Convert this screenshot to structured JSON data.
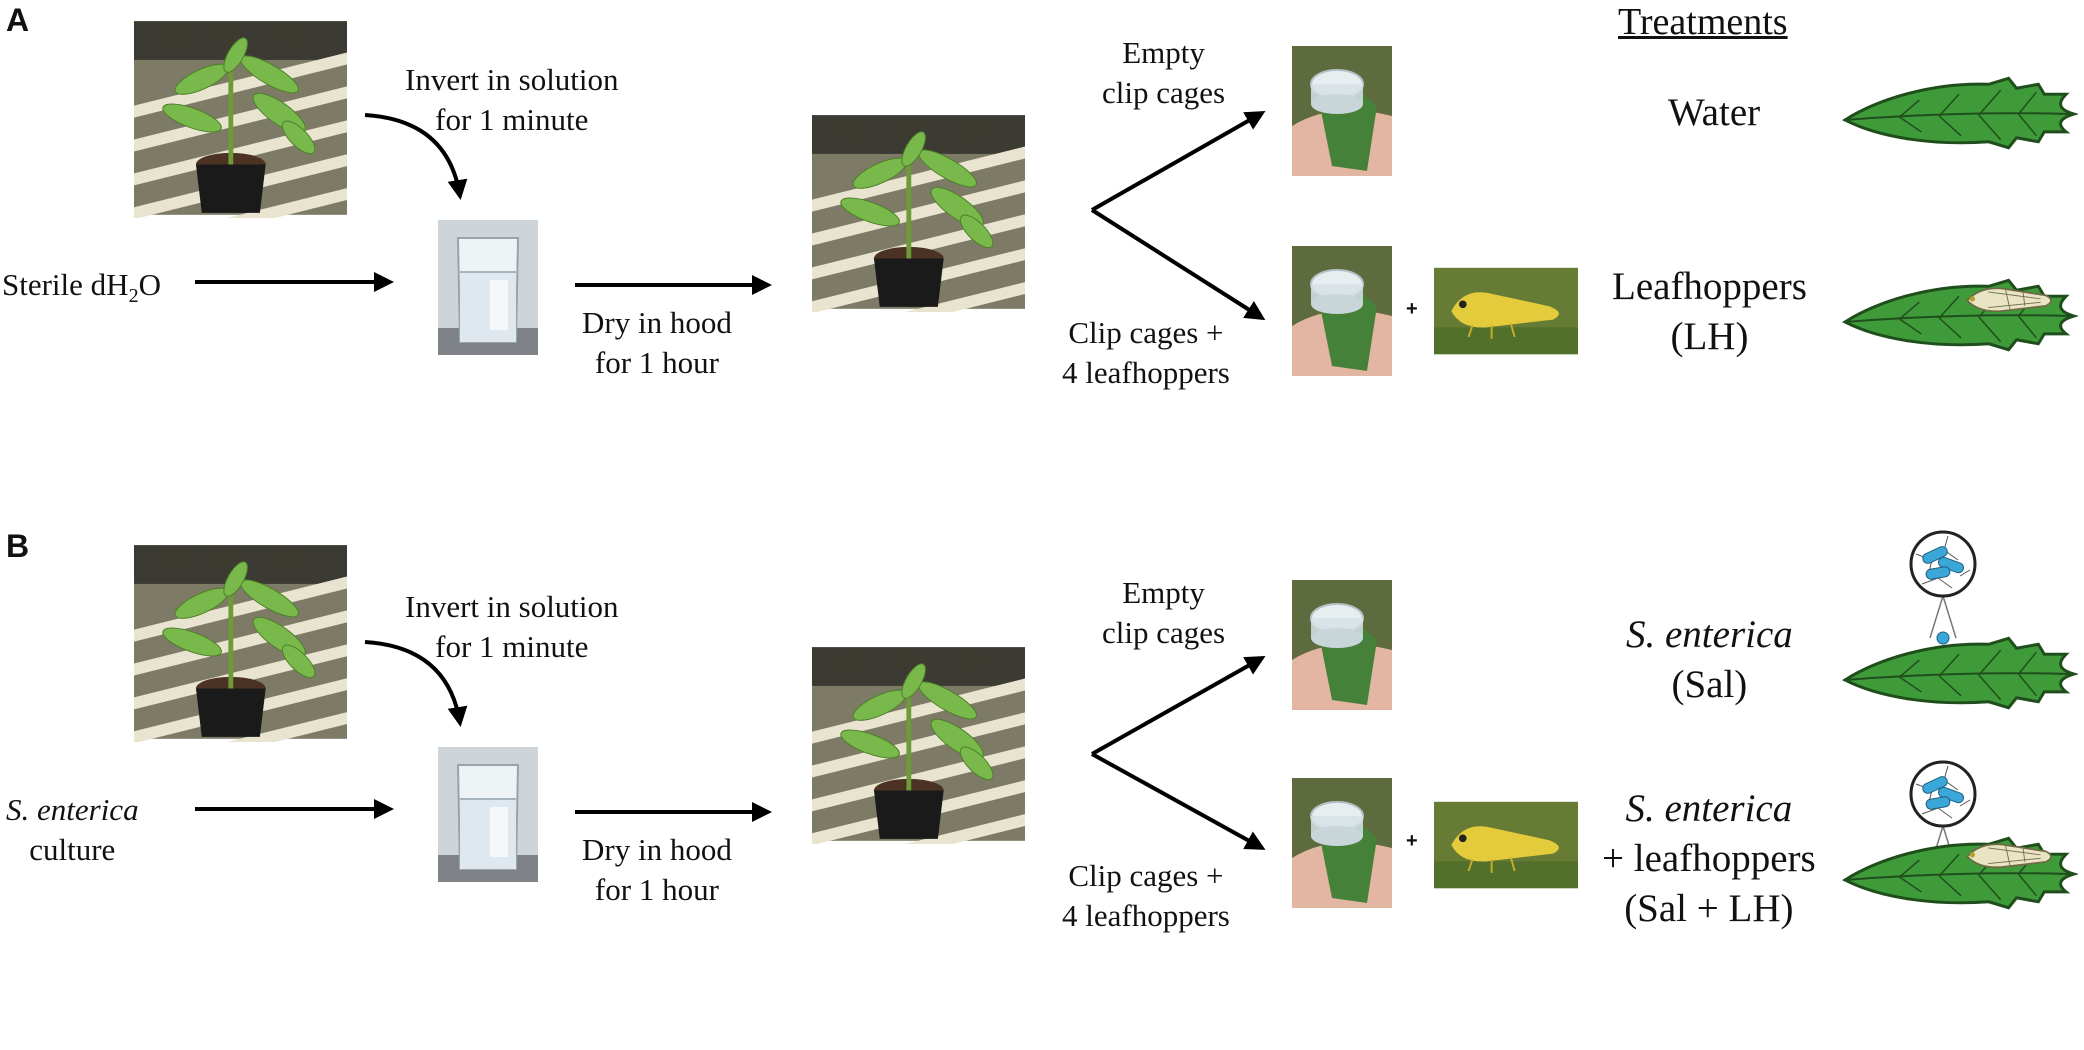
{
  "treatments_header": "Treatments",
  "panels": {
    "a": {
      "label": "A",
      "invert": [
        "Invert in solution",
        "for 1 minute"
      ],
      "source": "Sterile dH",
      "source_sub": "2",
      "source_tail": "O",
      "dry": [
        "Dry in hood",
        "for 1 hour"
      ],
      "empty": [
        "Empty",
        "clip cages"
      ],
      "clip": [
        "Clip cages +",
        "4 leafhoppers"
      ],
      "plus": "+",
      "treat1": [
        "Water"
      ],
      "treat2": [
        "Leafhoppers",
        "(LH)"
      ]
    },
    "b": {
      "label": "B",
      "invert": [
        "Invert in solution",
        "for 1 minute"
      ],
      "source": [
        "S. enterica",
        "culture"
      ],
      "dry": [
        "Dry in hood",
        "for 1 hour"
      ],
      "empty": [
        "Empty",
        "clip cages"
      ],
      "clip": [
        "Clip cages +",
        "4 leafhoppers"
      ],
      "plus": "+",
      "treat1": [
        "S. enterica",
        "(Sal)"
      ],
      "treat2": [
        "S. enterica",
        "+ leafhoppers",
        "(Sal + LH)"
      ]
    }
  },
  "colors": {
    "leaf": "#3f9b3a",
    "leaf_dark": "#1f4e1c",
    "bacteria": "#3aa7d8",
    "insect": "#d6c23a"
  }
}
